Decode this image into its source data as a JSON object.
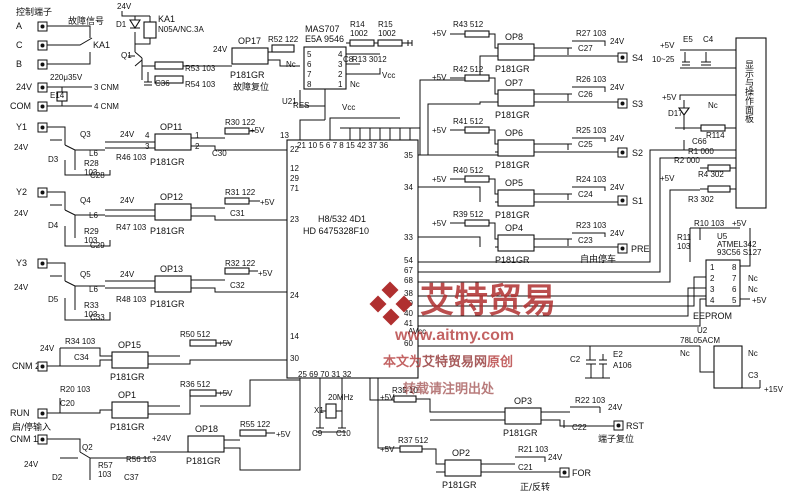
{
  "labels": {
    "control_terminal": "控制端子",
    "fault_signal": "故障信号",
    "ka1_coil": "KA1",
    "ka1_contact_type": "N05A/NC.3A",
    "ka1_switch": "KA1",
    "d1": "D1",
    "q1": "Q1",
    "r53": "R53 103",
    "r54": "R54 103",
    "c36": "C36",
    "op17": "OP17",
    "op17_part": "P181GR",
    "fault_reset": "故障复位",
    "r52": "R52 122",
    "supply_24v_top": "24V",
    "supply_24v_op17": "24V",
    "mas707": "MAS707",
    "e5a9546": "E5A 9546",
    "r14": "R14",
    "r14_val": "1002",
    "r15": "R15",
    "r15_val": "1002",
    "r13": "R13 3012",
    "c8": "C8",
    "vcc_mas": "Vcc",
    "u21": "U21",
    "res": "RES",
    "nc_a": "Nc",
    "nc_b": "Nc",
    "terminal_a": "A",
    "terminal_c": "C",
    "terminal_b": "B",
    "terminal_24v": "24V",
    "terminal_com": "COM",
    "c_220u": "220μ35V",
    "e14": "E14",
    "cnm3": "3 CNM",
    "cnm4": "4 CNM",
    "y1": "Y1",
    "y2": "Y2",
    "y3": "Y3",
    "d3": "D3",
    "d4": "D4",
    "d5": "D5",
    "q3": "Q3",
    "q4": "Q4",
    "q5": "Q5",
    "l6a": "L6",
    "l6b": "L6",
    "l6c": "L6",
    "r28": "R28",
    "r28_val": "103",
    "r29": "R29",
    "r29_val": "103",
    "r33": "R33",
    "r33_val": "103",
    "c28": "C28",
    "c29": "C29",
    "c33": "C33",
    "r46": "R46 103",
    "r47": "R47 103",
    "r48": "R48 103",
    "op11": "OP11",
    "op12": "OP12",
    "op13": "OP13",
    "p181_11": "P181GR",
    "p181_12": "P181GR",
    "p181_13": "P181GR",
    "r30": "R30 122",
    "r31": "R31 122",
    "r32": "R32 122",
    "c30": "C30",
    "c31": "C31",
    "c32": "C32",
    "plus5_11": "+5V",
    "plus5_12": "+5V",
    "plus5_13": "+5V",
    "v24_q3": "24V",
    "v24_q4": "24V",
    "v24_q5": "24V",
    "v24_d3": "24V",
    "v24_d4": "24V",
    "v24_d5": "24V",
    "mcu_name": "H8/532 4D1",
    "mcu_part": "HD 6475328F10",
    "vcc_mcu": "Vcc",
    "pins_top": "21 10  5 6 7 8 15  42 37 36",
    "pin22": "22",
    "pin12": "12",
    "pin29": "29",
    "pin71": "71",
    "pin23": "23",
    "pin24": "24",
    "pin14": "14",
    "pin30": "30",
    "pin13": "13",
    "pins_bottom": "25   69   70   31  32",
    "pin35": "35",
    "pin34": "34",
    "pin33": "33",
    "pin54": "54",
    "pin67": "67",
    "pin68": "68",
    "pin38": "38",
    "pin39": "39",
    "pin40": "40",
    "pin41": "41",
    "pin60": "60",
    "avcc": "AVcc",
    "op8": "OP8",
    "op7": "OP7",
    "op6": "OP6",
    "op5": "OP5",
    "op4": "OP4",
    "p181_8": "P181GR",
    "p181_7": "P181GR",
    "p181_6": "P181GR",
    "p181_5": "P181GR",
    "p181_4": "P181GR",
    "r43": "R43 512",
    "r42": "R42 512",
    "r41": "R41 512",
    "r40": "R40 512",
    "r39": "R39 512",
    "r27": "R27 103",
    "r26": "R26 103",
    "r25": "R25 103",
    "r24": "R24 103",
    "r23": "R23 103",
    "c27": "C27",
    "c26": "C26",
    "c25": "C25",
    "c24": "C24",
    "c23": "C23",
    "s4": "S4",
    "s3": "S3",
    "s2": "S2",
    "s1": "S1",
    "pre": "PRE",
    "free_stop": "自由停车",
    "plus5_o8": "+5V",
    "plus5_o7": "+5V",
    "plus5_o6": "+5V",
    "plus5_o5": "+5V",
    "plus5_o4": "+5V",
    "v24_o8": "24V",
    "v24_o7": "24V",
    "v24_o6": "24V",
    "v24_o5": "24V",
    "v24_o4": "24V",
    "e5": "E5",
    "c4": "C4",
    "e5_val": "10~25",
    "plus5_disp": "+5V",
    "d17": "D17",
    "nc_disp": "Nc",
    "r114": "R114",
    "c66": "C66",
    "r2": "R2 000",
    "r1": "R1 000",
    "r4": "R4 302",
    "r3": "R3 302",
    "plus5_r": "+5V",
    "display_panel": "显示与操作面板",
    "r10": "R10 103",
    "r11": "R11",
    "r11_val": "103",
    "plus5_u5": "+5V",
    "u5": "U5",
    "atmel": "ATMEL342",
    "eeprom_part": "93C56 S127",
    "eeprom": "EEPROM",
    "nc_u5a": "Nc",
    "nc_u5b": "Nc",
    "plus5_u5b": "+5V",
    "u5_p1": "1",
    "u5_p2": "2",
    "u5_p3": "3",
    "u5_p4": "4",
    "u5_p5": "5",
    "u5_p6": "6",
    "u5_p7": "7",
    "u5_p8": "8",
    "u2": "U2",
    "u2_part": "78L05ACM",
    "nc_u2a": "Nc",
    "nc_u2b": "Nc",
    "c2": "C2",
    "e2": "E2",
    "a106": "A106",
    "c3": "C3",
    "plus15v": "+15V",
    "cnm2": "CNM 2",
    "run": "RUN",
    "start_stop_input": "启/停输入",
    "cnm1": "CNM 1",
    "r34": "R34 103",
    "r20": "R20 103",
    "r57": "R57",
    "r57_val": "103",
    "r56": "R56 103",
    "c34": "C34",
    "c20": "C20",
    "c37": "C37",
    "op15": "OP15",
    "op1": "OP1",
    "op18": "OP18",
    "p181_15": "P181GR",
    "p181_1": "P181GR",
    "p181_18": "P181GR",
    "r50": "R50 512",
    "r36": "R36 512",
    "r55": "R55 122",
    "plus5_15": "+5V",
    "plus5_1": "+5V",
    "plus5_18": "+5V",
    "v24_15": "24V",
    "v24_18": "+24V",
    "v24_d2": "24V",
    "d2": "D2",
    "q2": "Q2",
    "x1": "X1",
    "xtal": "20MHz",
    "c9": "C9",
    "c10": "C10",
    "r35": "R35 10",
    "op3": "OP3",
    "p181_3": "P181GR",
    "r22": "R22 103",
    "c22": "C22",
    "rst": "RST",
    "terminal_reset": "端子复位",
    "v24_op3": "24V",
    "plus5_op3": "+5V",
    "r37": "R37 512",
    "op2": "OP2",
    "p181_2": "P181GR",
    "r21": "R21 103",
    "c21": "C21",
    "for": "FOR",
    "fwd_rev": "正/反转",
    "v24_op2": "24V",
    "plus5_op2": "+5V",
    "op11_pin4": "4",
    "op11_pin3": "3",
    "op11_pin1": "1",
    "op11_pin2": "2",
    "u21_p5": "5",
    "u21_p6": "6",
    "u21_p7": "7",
    "u21_p8": "8",
    "u21_p4": "4",
    "u21_p3": "3",
    "u21_p2": "2",
    "u21_p1": "1"
  },
  "watermark": {
    "logo_text": "艾特贸易",
    "url": "www.aitmy.com",
    "note_prefix": "本文为",
    "note_site": "艾特贸易网",
    "note_suffix": "原创",
    "note_line2": "转载请注明出处",
    "color": "#b03030"
  }
}
